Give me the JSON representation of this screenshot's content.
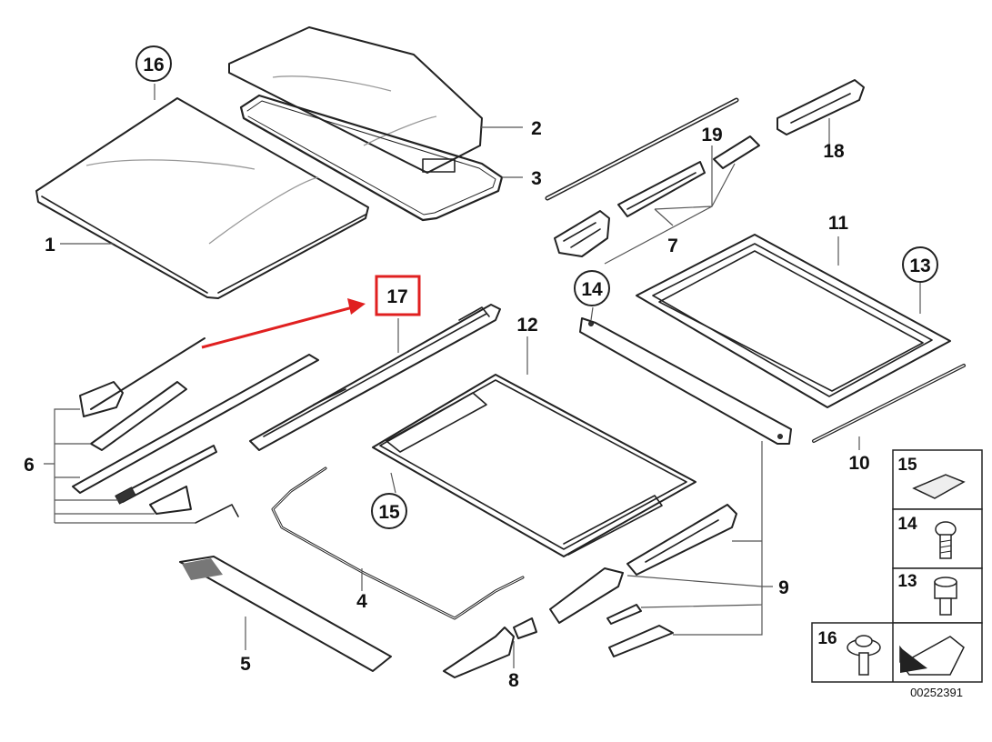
{
  "diagram": {
    "labels": {
      "p1": "1",
      "p2": "2",
      "p3": "3",
      "p4": "4",
      "p5": "5",
      "p6": "6",
      "p7": "7",
      "p8": "8",
      "p9": "9",
      "p10": "10",
      "p11": "11",
      "p12": "12",
      "p13": "13",
      "p14": "14",
      "p15": "15",
      "p16": "16",
      "p17": "17",
      "p18": "18",
      "p19": "19"
    },
    "highlight": {
      "label": "17",
      "color": "#e02020"
    },
    "arrow_color": "#e02020",
    "legend": {
      "items": [
        {
          "label": "15",
          "icon": "pad-icon"
        },
        {
          "label": "14",
          "icon": "screw-icon"
        },
        {
          "label": "13",
          "icon": "bolt-icon"
        },
        {
          "label": "16",
          "icon": "flange-screw-icon"
        }
      ],
      "arrow_icon": "direction-arrow-icon"
    },
    "catalog_number": "00252391"
  }
}
